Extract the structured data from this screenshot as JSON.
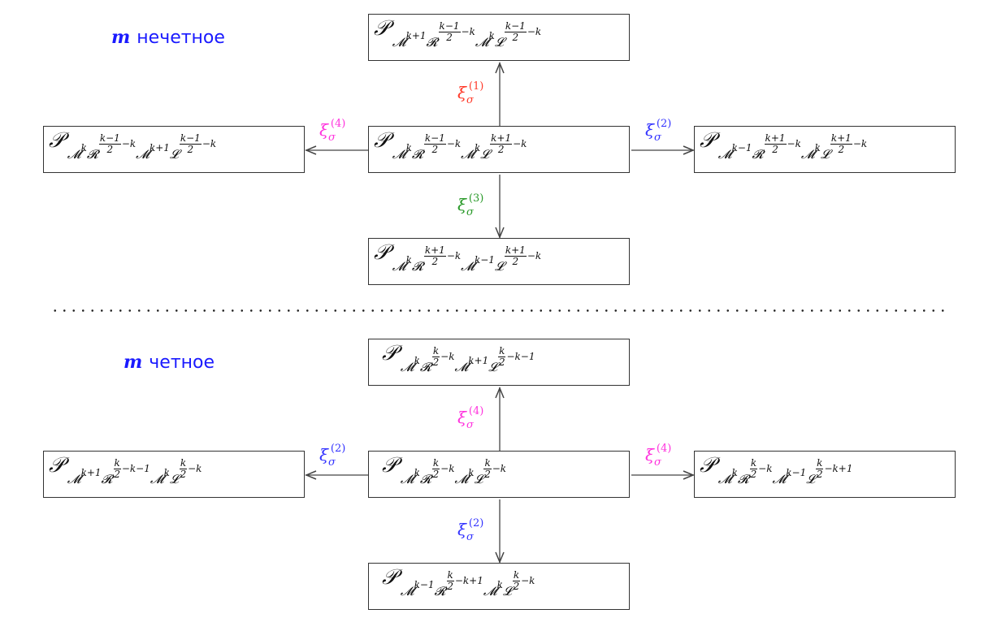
{
  "colors": {
    "red": "#ff3b2b",
    "blue": "#3434ff",
    "green": "#2a9a2a",
    "magenta": "#ff33dd",
    "heading": "#1a1aff"
  },
  "sections": [
    {
      "heading_var": "m",
      "heading_text": "нечетное",
      "boxes": {
        "top": {
          "P": "𝒫",
          "m1": "k+1",
          "rnum": "k−1",
          "rden": "2",
          "rtail": "−k",
          "m2": "k",
          "lnum": "k−1",
          "lden": "2",
          "ltail": "−k"
        },
        "left": {
          "P": "𝒫",
          "m1": "k",
          "rnum": "k−1",
          "rden": "2",
          "rtail": "−k",
          "m2": "k+1",
          "lnum": "k−1",
          "lden": "2",
          "ltail": "−k"
        },
        "center": {
          "P": "𝒫",
          "m1": "k",
          "rnum": "k−1",
          "rden": "2",
          "rtail": "−k",
          "m2": "k",
          "lnum": "k+1",
          "lden": "2",
          "ltail": "−k"
        },
        "right": {
          "P": "𝒫",
          "m1": "k−1",
          "rnum": "k+1",
          "rden": "2",
          "rtail": "−k",
          "m2": "k",
          "lnum": "k+1",
          "lden": "2",
          "ltail": "−k"
        },
        "bottom": {
          "P": "𝒫",
          "m1": "k",
          "rnum": "k+1",
          "rden": "2",
          "rtail": "−k",
          "m2": "k−1",
          "lnum": "k+1",
          "lden": "2",
          "ltail": "−k"
        }
      },
      "arrows": {
        "up": {
          "xi": "ξ",
          "sigma": "σ",
          "index": "(1)",
          "color": "#ff3b2b"
        },
        "left": {
          "xi": "ξ",
          "sigma": "σ",
          "index": "(4)",
          "color": "#ff33dd"
        },
        "right": {
          "xi": "ξ",
          "sigma": "σ",
          "index": "(2)",
          "color": "#3434ff"
        },
        "down": {
          "xi": "ξ",
          "sigma": "σ",
          "index": "(3)",
          "color": "#2a9a2a"
        }
      }
    },
    {
      "heading_var": "m",
      "heading_text": "четное",
      "boxes": {
        "top": {
          "P": "𝒫",
          "m1": "k",
          "rnum": "k",
          "rden": "2",
          "rtail": "−k",
          "m2": "k+1",
          "lnum": "k",
          "lden": "2",
          "ltail": "−k−1"
        },
        "left": {
          "P": "𝒫",
          "m1": "k+1",
          "rnum": "k",
          "rden": "2",
          "rtail": "−k−1",
          "m2": "k",
          "lnum": "k",
          "lden": "2",
          "ltail": "−k"
        },
        "center": {
          "P": "𝒫",
          "m1": "k",
          "rnum": "k",
          "rden": "2",
          "rtail": "−k",
          "m2": "k",
          "lnum": "k",
          "lden": "2",
          "ltail": "−k"
        },
        "right": {
          "P": "𝒫",
          "m1": "k",
          "rnum": "k",
          "rden": "2",
          "rtail": "−k",
          "m2": "k−1",
          "lnum": "k",
          "lden": "2",
          "ltail": "−k+1"
        },
        "bottom": {
          "P": "𝒫",
          "m1": "k−1",
          "rnum": "k",
          "rden": "2",
          "rtail": "−k+1",
          "m2": "k",
          "lnum": "k",
          "lden": "2",
          "ltail": "−k"
        }
      },
      "arrows": {
        "up": {
          "xi": "ξ",
          "sigma": "σ",
          "index": "(4)",
          "color": "#ff33dd"
        },
        "left": {
          "xi": "ξ",
          "sigma": "σ",
          "index": "(2)",
          "color": "#3434ff"
        },
        "right": {
          "xi": "ξ",
          "sigma": "σ",
          "index": "(4)",
          "color": "#ff33dd"
        },
        "down": {
          "xi": "ξ",
          "sigma": "σ",
          "index": "(2)",
          "color": "#3434ff"
        }
      }
    }
  ],
  "symbols": {
    "M": "𝓜",
    "R": "𝓡",
    "L": "𝓛"
  }
}
